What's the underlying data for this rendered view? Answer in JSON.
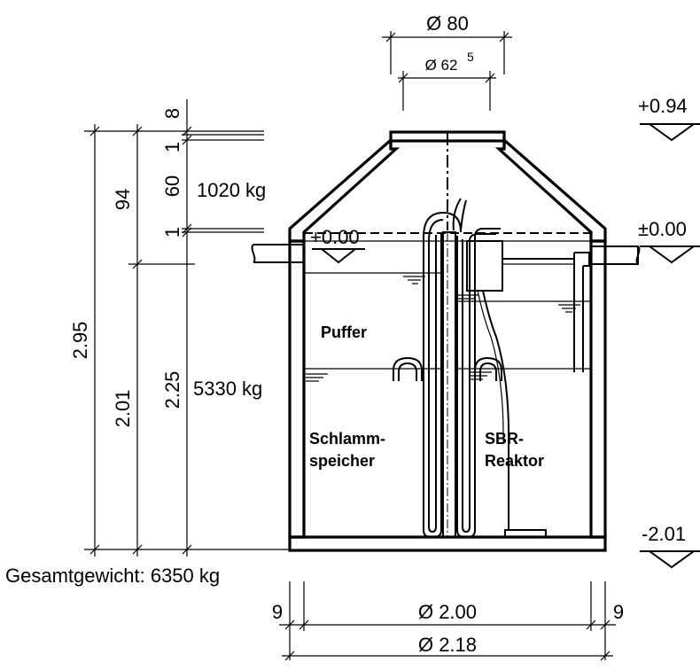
{
  "dimensions": {
    "top_outer_diameter": "Ø 80",
    "top_inner_diameter": "Ø 62",
    "top_inner_superscript": "5",
    "inner_diameter": "Ø  2.00",
    "outer_diameter": "Ø 2.18",
    "wall_left": "9",
    "wall_right": "9",
    "h_8": "8",
    "h_1_top": "1",
    "h_60": "60",
    "h_1_bottom": "1",
    "h_94": "94",
    "h_295": "2.95",
    "h_201": "2.01",
    "h_225": "2.25"
  },
  "levels": {
    "top": "+0.94",
    "ground": "±0.00",
    "ground_inside": "+0.00",
    "bottom": "-2.01"
  },
  "weights": {
    "cone": "1020 kg",
    "tank": "5330 kg",
    "total": "Gesamtgewicht: 6350 kg"
  },
  "chambers": {
    "buffer": "Puffer",
    "sludge_line1": "Schlamm-",
    "sludge_line2": "speicher",
    "sbr_line1": "SBR-",
    "sbr_line2": "Reaktor"
  }
}
